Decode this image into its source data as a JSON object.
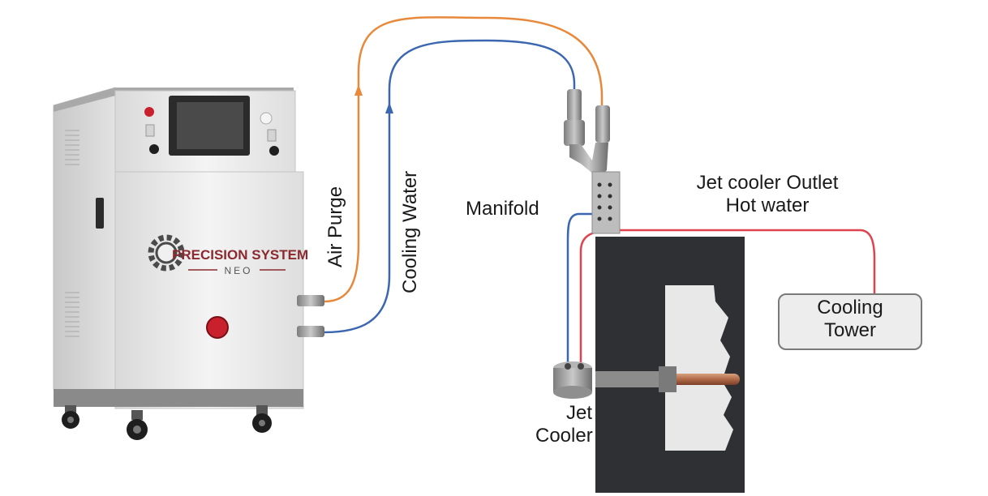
{
  "machine": {
    "brand": "PRECISION SYSTEM",
    "model": "NEO"
  },
  "labels": {
    "air_purge": "Air Purge",
    "cooling_water": "Cooling Water",
    "manifold": "Manifold",
    "outlet_line1": "Jet cooler Outlet",
    "outlet_line2": "Hot water",
    "tower_line1": "Cooling",
    "tower_line2": "Tower",
    "jet_line1": "Jet",
    "jet_line2": "Cooler"
  },
  "colors": {
    "air_line": "#e8883a",
    "water_line": "#3b66b0",
    "hot_line": "#e0434f",
    "machine_body": "#eeeeee",
    "mold": "#2f3033",
    "brand": "#8b2a2e"
  },
  "icons": {
    "screen": "touch-screen-icon",
    "estop": "emergency-stop-icon",
    "gear": "gear-logo-icon"
  }
}
